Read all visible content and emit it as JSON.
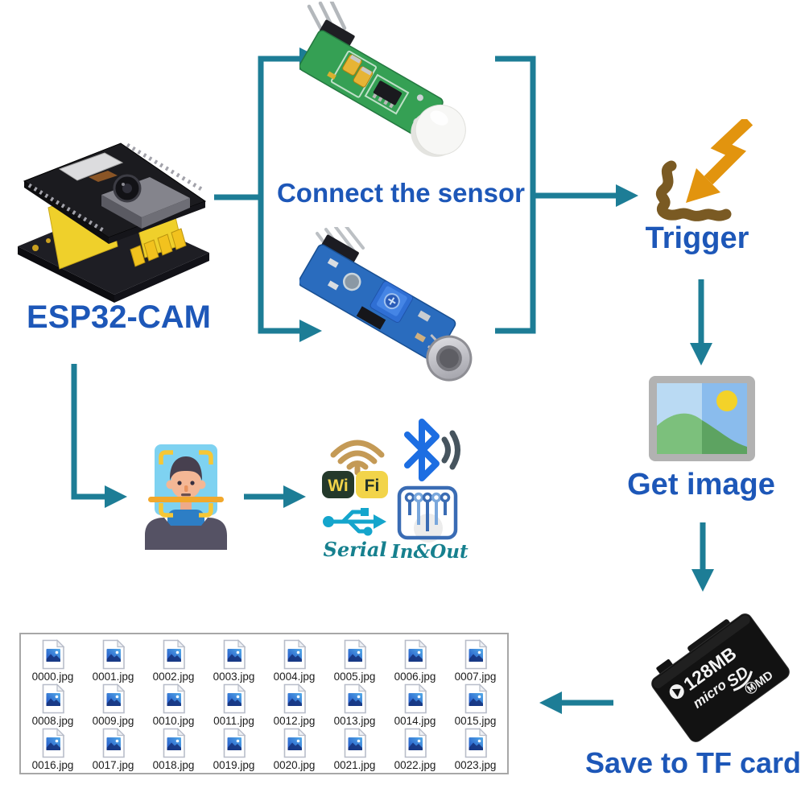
{
  "palette": {
    "arrow_teal": "#1d7d96",
    "label_blue": "#1d57b8",
    "label_teal": "#16808e",
    "lightning_orange": "#e2940e",
    "squiggle_brown": "#7a5a23",
    "wifi_tan": "#c49a56",
    "bluetooth_blue": "#1d6ee2",
    "usb_cyan": "#14a5cc"
  },
  "esp32": {
    "label": "ESP32-CAM"
  },
  "connect": {
    "label": "Connect the sensor"
  },
  "trigger": {
    "label": "Trigger"
  },
  "get_image": {
    "label": "Get image"
  },
  "save_card": {
    "label": "Save to TF card"
  },
  "sd_card": {
    "capacity": "128MB",
    "brand_micro": "micro",
    "brand_sd": "SD",
    "brand_md": "ⓂMD"
  },
  "features": {
    "wifi": {
      "wi": "Wi",
      "fi": "Fi"
    },
    "serial_label": "Serial",
    "inout_label": "In&Out"
  },
  "file_grid": {
    "files": [
      "0000.jpg",
      "0001.jpg",
      "0002.jpg",
      "0003.jpg",
      "0004.jpg",
      "0005.jpg",
      "0006.jpg",
      "0007.jpg",
      "0008.jpg",
      "0009.jpg",
      "0010.jpg",
      "0011.jpg",
      "0012.jpg",
      "0013.jpg",
      "0014.jpg",
      "0015.jpg",
      "0016.jpg",
      "0017.jpg",
      "0018.jpg",
      "0019.jpg",
      "0020.jpg",
      "0021.jpg",
      "0022.jpg",
      "0023.jpg"
    ]
  }
}
